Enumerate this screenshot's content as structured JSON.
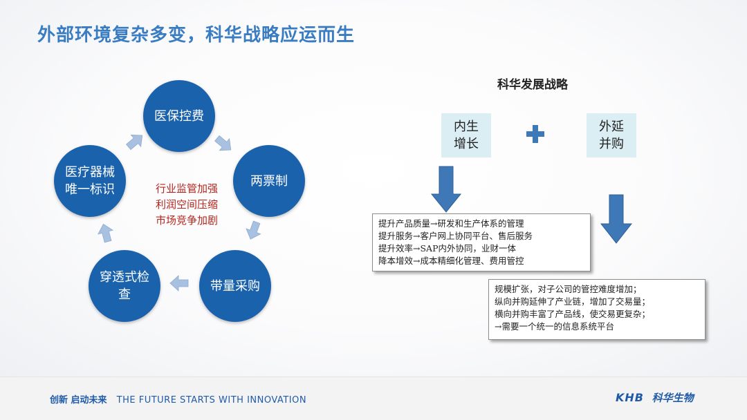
{
  "slide": {
    "title": "外部环境复杂多变，科华战略应运而生"
  },
  "cycle": {
    "nodes": [
      {
        "label": "医保控费"
      },
      {
        "label": "两票制"
      },
      {
        "label": "带量采购"
      },
      {
        "label": "穿透式检查"
      },
      {
        "label": "医疗器械唯一标识"
      }
    ],
    "center_lines": [
      "行业监管加强",
      "利润空间压缩",
      "市场竞争加剧"
    ],
    "circle_color": "#1b62ad",
    "arrow_color": "#a9c1e0",
    "center_text_color": "#b5261e"
  },
  "strategy": {
    "title": "科华发展战略",
    "left_box": "内生增长",
    "right_box": "外延并购",
    "box_color": "#daeef3",
    "arrow_color": "#3f78b7",
    "inner_points": [
      "提升产品质量→研发和生产体系的管理",
      "提升服务→客户网上协同平台、售后服务",
      "提升效率→SAP内外协同，业财一体",
      "降本增效→成本精细化管理、费用管控"
    ],
    "outer_points": [
      "规模扩张，对子公司的管控难度增加；",
      "纵向并购延伸了产业链，增加了交易量；",
      "横向并购丰富了产品线，使交易更复杂；",
      "→需要一个统一的信息系统平台"
    ]
  },
  "footer": {
    "slogan_cn": "创新 启动未来",
    "slogan_en": "THE FUTURE STARTS WITH INNOVATION",
    "logo_text": "KHB",
    "logo_cn": "科华生物",
    "brand_color": "#1f5aa8"
  }
}
